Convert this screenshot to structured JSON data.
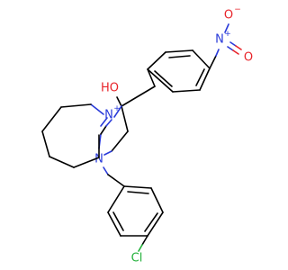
{
  "atoms": {
    "nitro_O1": "O",
    "nitro_O1_charge": "−",
    "nitro_N": "N",
    "nitro_N_charge": "+",
    "nitro_O2": "O",
    "hydroxyl": "HO",
    "ring_N_plus": "N",
    "ring_N_plus_charge": "+",
    "ring_N": "N",
    "chlorine": "Cl"
  },
  "colors": {
    "carbon": "#000000",
    "nitrogen": "#2a3bd9",
    "oxygen": "#e8242a",
    "chlorine": "#22b03a"
  }
}
